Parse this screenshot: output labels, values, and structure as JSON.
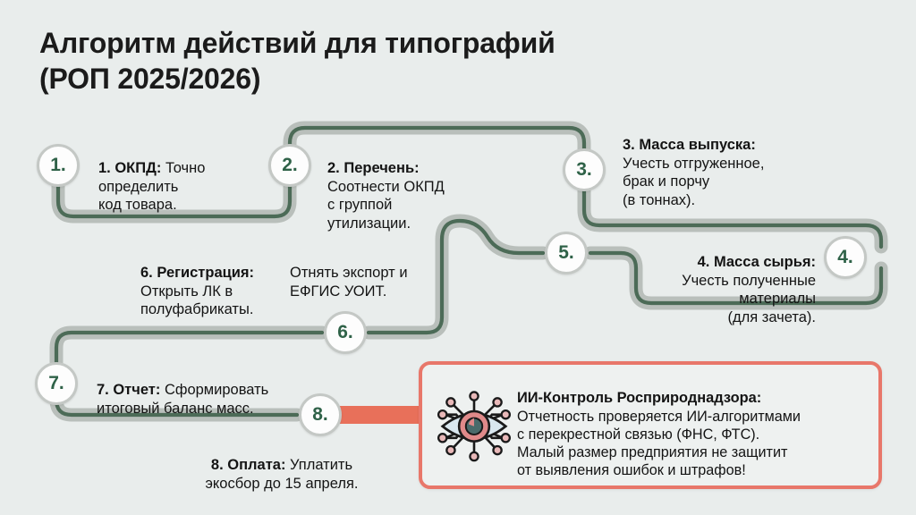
{
  "title": {
    "line1": "Алгоритм действий для типографий",
    "line2": "(РОП 2025/2026)"
  },
  "colors": {
    "background": "#e9edec",
    "path_outer": "#b9bfbb",
    "path_inner": "#4c6b57",
    "node_border": "#c4c8c5",
    "node_text": "#2f6248",
    "accent_red": "#e8705a",
    "ai_border": "#e8776a",
    "text": "#141414"
  },
  "steps": [
    {
      "number": "1.",
      "lead": "1. ОКПД:",
      "body": " Точно\nопределить\nкод товара.",
      "align": "left"
    },
    {
      "number": "2.",
      "lead": "2. Перечень:",
      "body": "\nСоотнести ОКПД\nс группой\nутилизации.",
      "align": "left"
    },
    {
      "number": "3.",
      "lead": "3. Масса выпуска:",
      "body": "\nУчесть отгруженное,\nбрак и порчу\n(в тоннах).",
      "align": "left"
    },
    {
      "number": "4.",
      "lead": "4. Масса сырья:",
      "body": "\nУчесть полученные\nматериалы\n(для зачета).",
      "align": "right"
    },
    {
      "number": "5.",
      "lead": "",
      "body": "Отнять экспорт и\nЕФГИС УОИТ.",
      "align": "left"
    },
    {
      "number": "6.",
      "lead": "6. Регистрация:",
      "body": "\nОткрыть ЛК в\nполуфабрикаты.",
      "align": "left"
    },
    {
      "number": "7.",
      "lead": "7. Отчет:",
      "body": " Сформировать\nитоговый баланс масс.",
      "align": "left"
    },
    {
      "number": "8.",
      "lead": "8. Оплата:",
      "body": " Уплатить\nэкосбор до 15 апреля.",
      "align": "center"
    }
  ],
  "ai_box": {
    "icon": "ai-eye-icon",
    "title": "ИИ-Контроль Росприроднадзора:",
    "body": "Отчетность проверяется ИИ-алгоритмами\nс перекрестной связью (ФНС, ФТС).\nМалый размер предприятия не защитит\nот выявления ошибок и штрафов!"
  }
}
